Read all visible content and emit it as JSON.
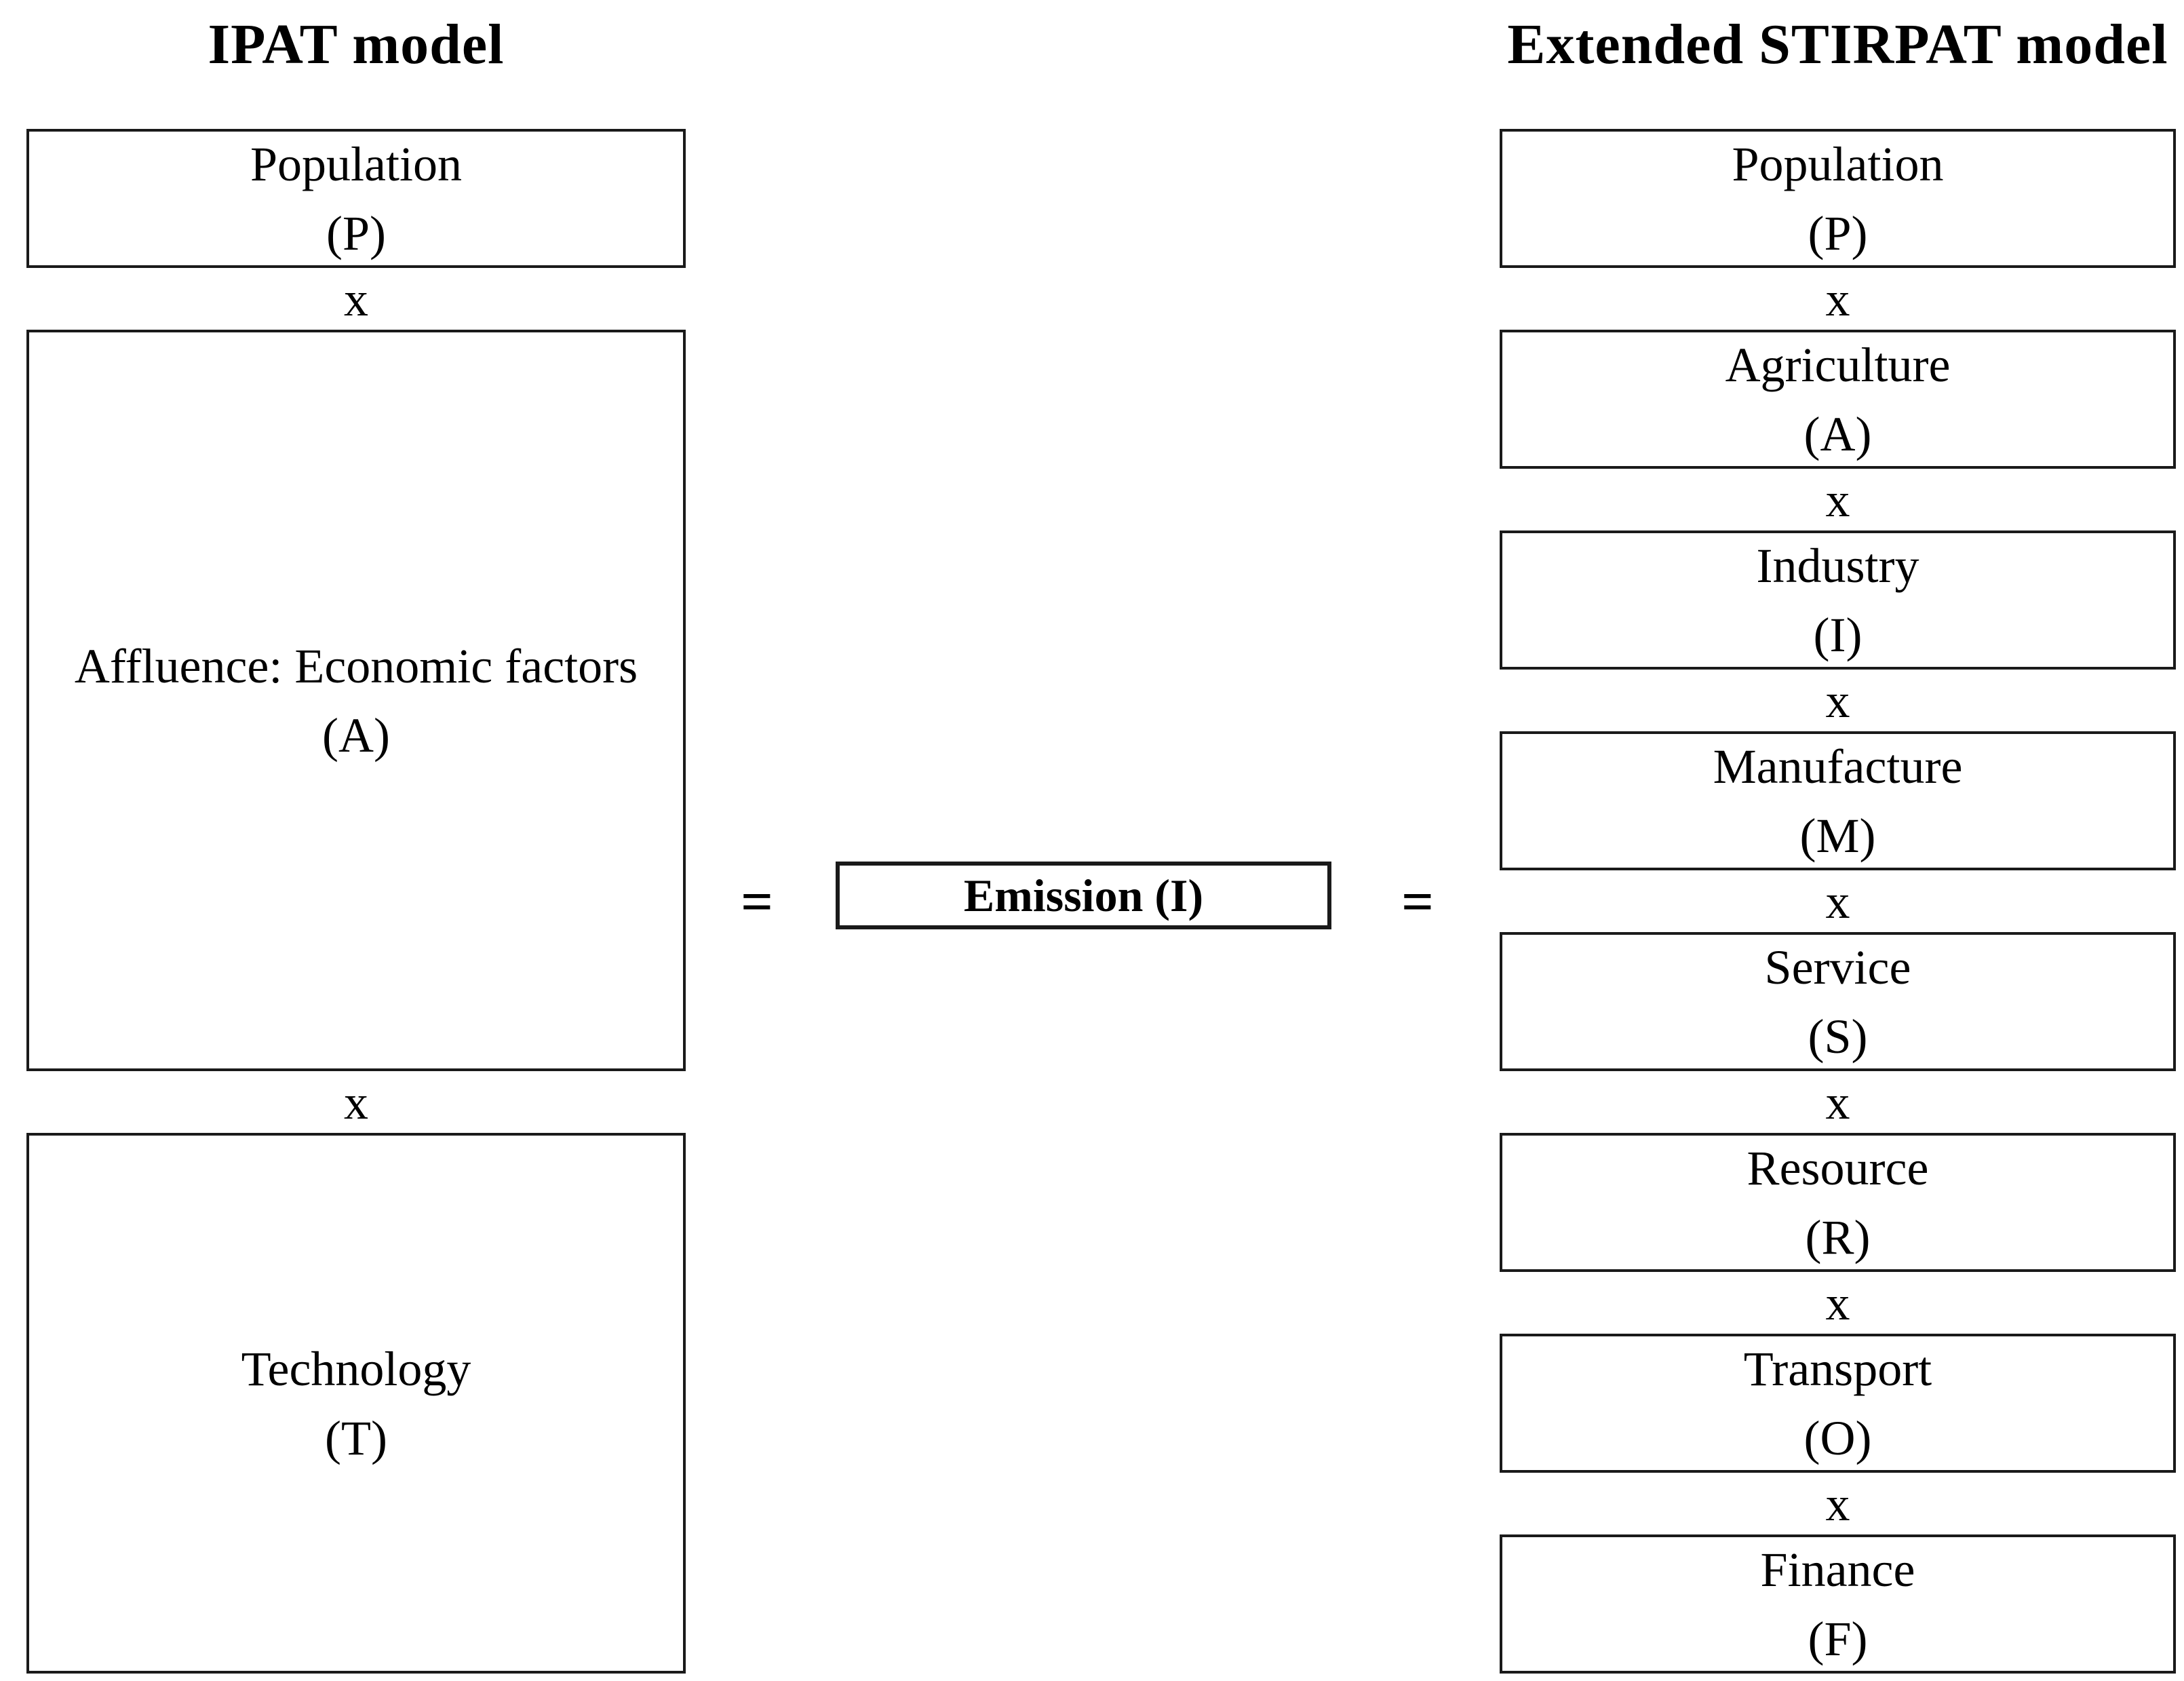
{
  "diagram": {
    "background_color": "#ffffff",
    "line_color": "#1a1a1a",
    "text_color": "#000000"
  },
  "left_model": {
    "title": "IPAT model",
    "boxes": [
      {
        "name": "Population",
        "symbol": "(P)"
      },
      {
        "name": "Affluence: Economic factors",
        "symbol": "(A)"
      },
      {
        "name": "Technology",
        "symbol": "(T)"
      }
    ]
  },
  "center": {
    "equals": "=",
    "emission": "Emission (I)"
  },
  "right_model": {
    "title": "Extended STIRPAT model",
    "boxes": [
      {
        "name": "Population",
        "symbol": "(P)"
      },
      {
        "name": "Agriculture",
        "symbol": "(A)"
      },
      {
        "name": "Industry",
        "symbol": "(I)"
      },
      {
        "name": "Manufacture",
        "symbol": "(M)"
      },
      {
        "name": "Service",
        "symbol": "(S)"
      },
      {
        "name": "Resource",
        "symbol": "(R)"
      },
      {
        "name": "Transport",
        "symbol": "(O)"
      },
      {
        "name": "Finance",
        "symbol": "(F)"
      }
    ]
  },
  "operators": {
    "multiply": "x"
  }
}
